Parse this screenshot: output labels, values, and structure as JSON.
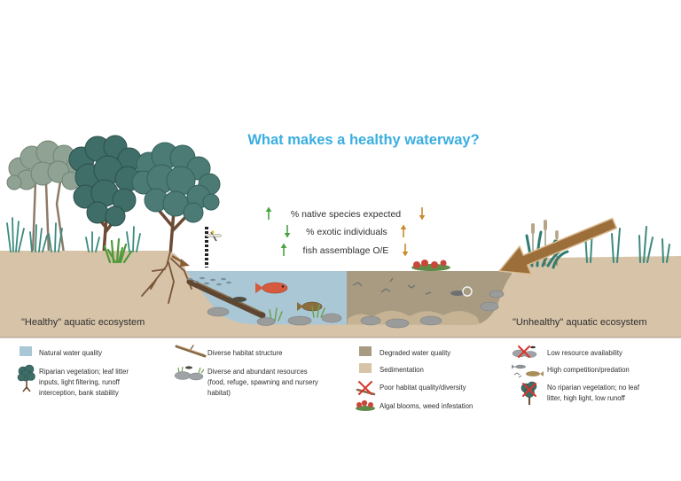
{
  "title": "What makes a healthy waterway?",
  "indicators": [
    {
      "label": "% native species expected",
      "healthy_trend": "up",
      "unhealthy_trend": "down"
    },
    {
      "label": "% exotic individuals",
      "healthy_trend": "down",
      "unhealthy_trend": "up"
    },
    {
      "label": "fish assemblage O/E",
      "healthy_trend": "up",
      "unhealthy_trend": "down"
    }
  ],
  "ecosystems": {
    "healthy": "\"Healthy\" aquatic ecosystem",
    "unhealthy": "\"Unhealthy\" aquatic ecosystem"
  },
  "legend": {
    "items": [
      {
        "icon": "natural-water-swatch",
        "lines": [
          "Natural water quality"
        ]
      },
      {
        "icon": "tree-icon",
        "lines": [
          "Riparian vegetation; leaf litter",
          "inputs, light filtering, runoff",
          "interception, bank stability"
        ]
      },
      {
        "icon": "log-icon",
        "lines": [
          "Diverse habitat structure"
        ]
      },
      {
        "icon": "rocks-icon",
        "lines": [
          "Diverse and abundant resources",
          "(food, refuge, spawning and nursery",
          "habitat)"
        ]
      },
      {
        "icon": "degraded-water-swatch",
        "lines": [
          "Degraded water quality"
        ]
      },
      {
        "icon": "sediment-swatch",
        "lines": [
          "Sedimentation"
        ]
      },
      {
        "icon": "crossed-log-icon",
        "lines": [
          "Poor habitat quality/diversity"
        ]
      },
      {
        "icon": "algae-icon",
        "lines": [
          "Algal blooms, weed infestation"
        ]
      },
      {
        "icon": "crossed-rocks-icon",
        "lines": [
          "Low resource availability"
        ]
      },
      {
        "icon": "fish-icon",
        "lines": [
          "High competition/predation"
        ]
      },
      {
        "icon": "crossed-tree-icon",
        "lines": [
          "No riparian vegetation; no leaf",
          "litter, high light, low runoff"
        ]
      }
    ]
  },
  "colors": {
    "title": "#3aaee0",
    "natural_water": "#a9c7d5",
    "degraded_water": "#a89b82",
    "sediment": "#d6c3a8",
    "healthy_trend_arrow": "#4aa341",
    "unhealthy_trend_arrow": "#c98a2a",
    "flow_arrow": "#9c6e3a",
    "cross_mark": "#d8362b"
  }
}
